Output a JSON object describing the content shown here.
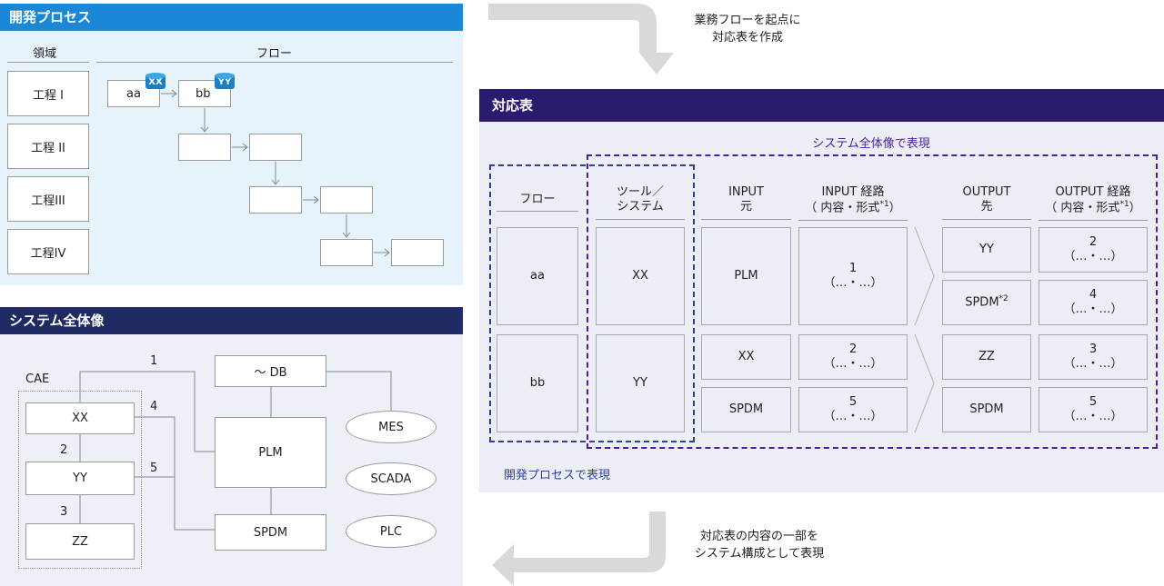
{
  "dev_process": {
    "title": "開発プロセス",
    "col_domain": "領域",
    "col_flow": "フロー",
    "steps": [
      "工程 I",
      "工程 II",
      "工程III",
      "工程IV"
    ],
    "node_aa": "aa",
    "node_bb": "bb",
    "tag_xx": "XX",
    "tag_yy": "YY"
  },
  "system": {
    "title": "システム全体像",
    "cae_label": "CAE",
    "xx": "XX",
    "yy": "YY",
    "zz": "ZZ",
    "db": "～ DB",
    "plm": "PLM",
    "spdm": "SPDM",
    "mes": "MES",
    "scada": "SCADA",
    "plc": "PLC",
    "edge_1": "1",
    "edge_2": "2",
    "edge_3": "3",
    "edge_4": "4",
    "edge_5": "5"
  },
  "notes": {
    "top_l1": "業務フローを起点に",
    "top_l2": "対応表を作成",
    "bottom_l1": "対応表の内容の一部を",
    "bottom_l2": "システム構成として表現"
  },
  "table": {
    "title": "対応表",
    "system_caption": "システム全体像で表現",
    "process_caption": "開発プロセスで表現",
    "h_flow": "フロー",
    "h_tool_l1": "ツール／",
    "h_tool_l2": "システム",
    "h_in_l1": "INPUT",
    "h_in_l2": "元",
    "h_inroute_l1": "INPUT 経路",
    "h_inroute_l2": "（ 内容・形式",
    "h_inroute_sup": "*1",
    "h_inroute_close": "）",
    "h_out_l1": "OUTPUT",
    "h_out_l2": "先",
    "h_outroute_l1": "OUTPUT 経路",
    "h_outroute_l2": "（ 内容・形式",
    "h_outroute_sup": "*1",
    "h_outroute_close": "）",
    "flow_aa": "aa",
    "flow_bb": "bb",
    "tool_xx": "XX",
    "tool_yy": "YY",
    "rows": [
      {
        "input": "PLM",
        "in_num": "1",
        "in_fmt": "（…・…）",
        "out": "YY",
        "out_sup": "",
        "out_num": "2",
        "out_fmt": "（…・…）"
      },
      {
        "input": "",
        "in_num": "",
        "in_fmt": "",
        "out": "SPDM",
        "out_sup": "*2",
        "out_num": "4",
        "out_fmt": "（…・…）"
      },
      {
        "input": "XX",
        "in_num": "2",
        "in_fmt": "（…・…）",
        "out": "ZZ",
        "out_sup": "",
        "out_num": "3",
        "out_fmt": "（…・…）"
      },
      {
        "input": "SPDM",
        "in_num": "5",
        "in_fmt": "（…・…）",
        "out": "SPDM",
        "out_sup": "",
        "out_num": "5",
        "out_fmt": "（…・…）"
      }
    ]
  },
  "colors": {
    "dev_header": "#1a88d6",
    "system_header": "#1f2a63",
    "table_header": "#2b1a6e",
    "dash_blue": "#2e3f9e",
    "dash_purple": "#4a1f9e"
  }
}
